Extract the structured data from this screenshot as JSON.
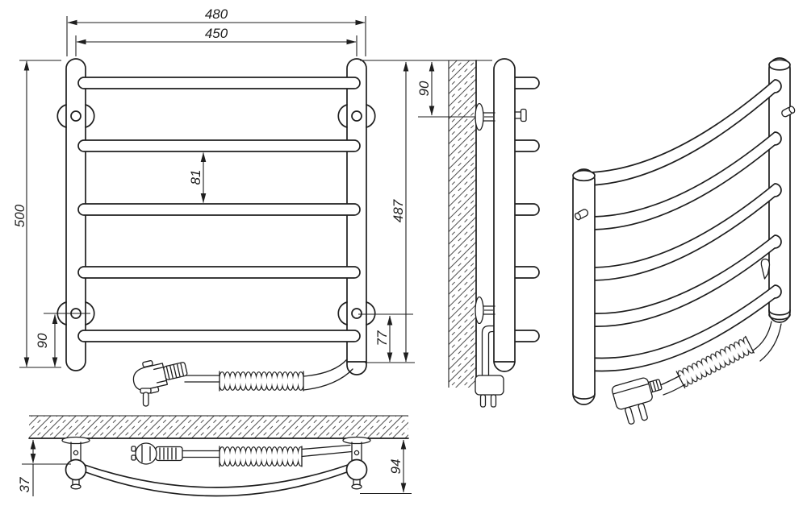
{
  "style": {
    "line_color": "#1e1e1e",
    "background": "#ffffff"
  },
  "views": {
    "front": {
      "label": "front-view",
      "rail_count": 5
    },
    "side": {
      "label": "side-view",
      "rail_count": 5
    },
    "plan": {
      "label": "bottom-view"
    },
    "perspective": {
      "label": "perspective-view",
      "rail_count": 5
    }
  },
  "dimensions": {
    "overall_width": "480",
    "rail_centers_width": "450",
    "overall_height": "500",
    "rail_spacing": "81",
    "bracket_to_bottom": "90",
    "top_to_bracket": "90",
    "height_to_cable_outlet": "487",
    "bracket_to_cable_outlet": "77",
    "wall_to_post_axis": "37",
    "wall_to_front_depth": "94"
  }
}
